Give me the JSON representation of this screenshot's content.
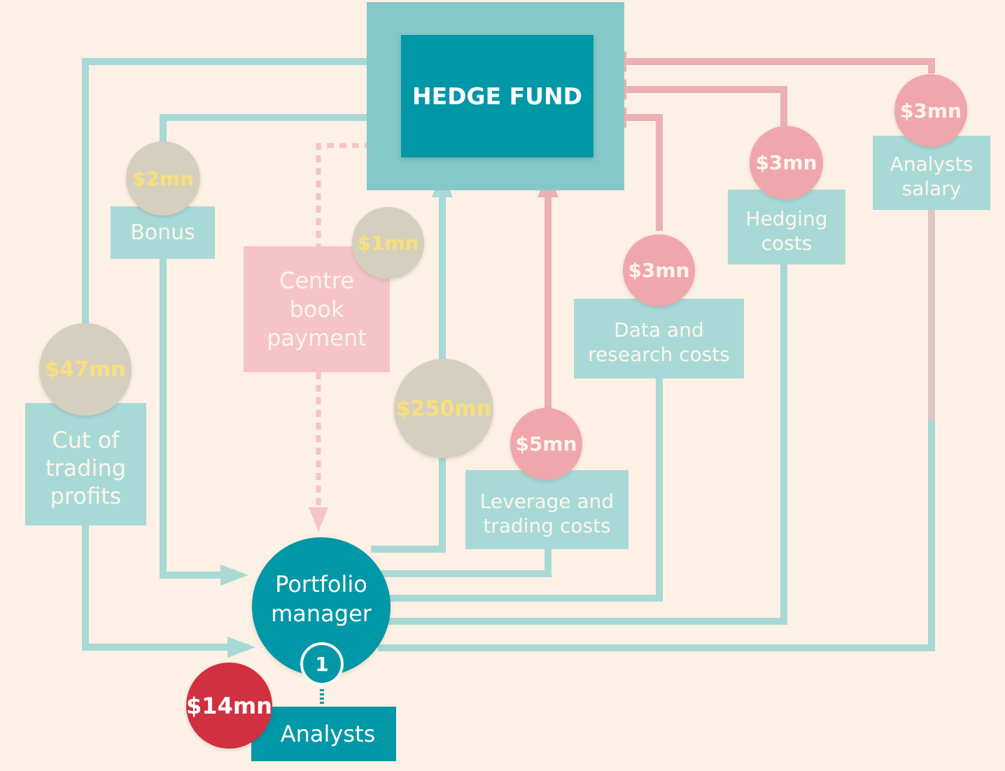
{
  "hub": {
    "label": "HEDGE FUND"
  },
  "portfolio_manager": {
    "label": "Portfolio\nmanager",
    "badge": "1"
  },
  "analysts": {
    "label": "Analysts",
    "amount": "$14mn"
  },
  "flows": [
    {
      "id": "cut",
      "label": "Cut of\ntrading\nprofits",
      "amount": "$47mn"
    },
    {
      "id": "bonus",
      "label": "Bonus",
      "amount": "$2mn"
    },
    {
      "id": "centre",
      "label": "Centre\nbook\npayment",
      "amount": "$1mn"
    },
    {
      "id": "capital",
      "label": "",
      "amount": "$250mn"
    },
    {
      "id": "leverage",
      "label": "Leverage and\ntrading costs",
      "amount": "$5mn"
    },
    {
      "id": "data",
      "label": "Data and\nresearch costs",
      "amount": "$3mn"
    },
    {
      "id": "hedging",
      "label": "Hedging\ncosts",
      "amount": "$3mn"
    },
    {
      "id": "analysts-salary",
      "label": "Analysts\nsalary",
      "amount": "$3mn"
    }
  ],
  "colors": {
    "background": "#fdf0e4",
    "teal_dark": "#0097a7",
    "teal_light": "#a8d9d6",
    "pink": "#f0a7ab",
    "pink_light": "#f6c4c8",
    "grey": "#d5d0be",
    "gold_text": "#f9df7a",
    "red": "#d0303f"
  }
}
